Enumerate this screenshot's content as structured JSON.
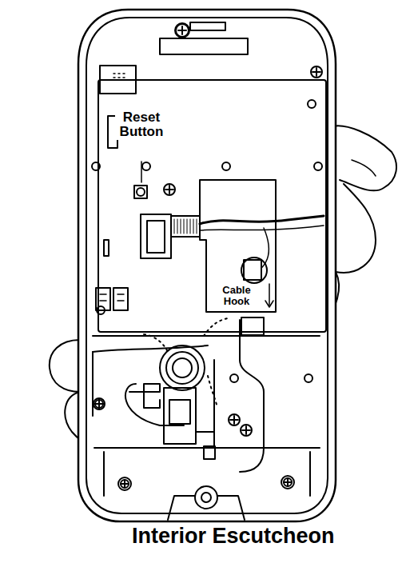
{
  "diagram": {
    "caption": "Interior Escutcheon",
    "labels": [
      "Reset Button",
      "Cable Hook"
    ]
  }
}
